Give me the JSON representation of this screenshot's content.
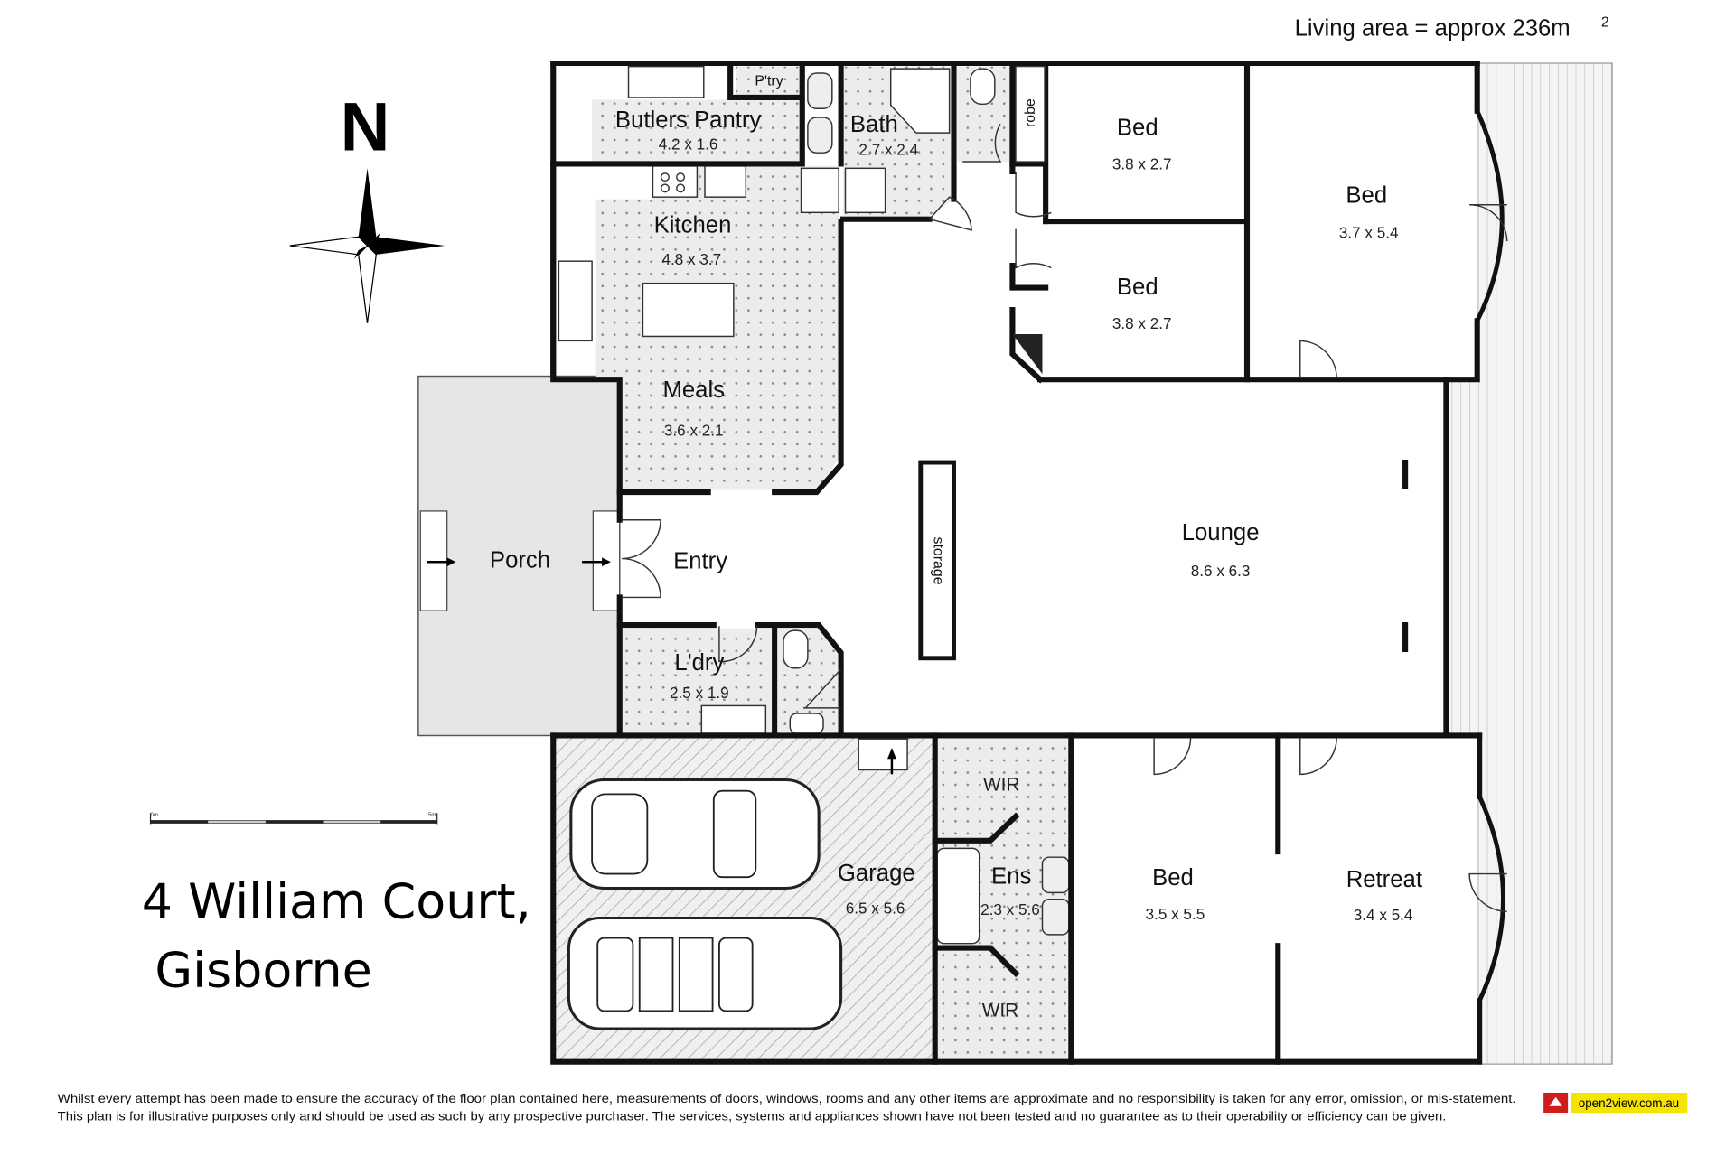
{
  "header": {
    "living_area": "Living area = approx 236m",
    "superscript": "2"
  },
  "compass": {
    "north_label": "N"
  },
  "address": {
    "line1": "4 William Court,",
    "line2": "Gisborne"
  },
  "scale_bar": {
    "start_label": "0m",
    "end_label": "5m"
  },
  "rooms": {
    "pantry": {
      "name": "P'try"
    },
    "butlers_pantry": {
      "name": "Butlers Pantry",
      "size": "4.2 x 1.6"
    },
    "bath": {
      "name": "Bath",
      "size": "2.7 x 2.4"
    },
    "robe": {
      "name": "robe"
    },
    "bed1": {
      "name": "Bed",
      "size": "3.8 x 2.7"
    },
    "bed2": {
      "name": "Bed",
      "size": "3.8 x 2.7"
    },
    "bed_master": {
      "name": "Bed",
      "size": "3.7 x 5.4"
    },
    "kitchen": {
      "name": "Kitchen",
      "size": "4.8 x 3.7"
    },
    "meals": {
      "name": "Meals",
      "size": "3.6 x 2.1"
    },
    "porch": {
      "name": "Porch"
    },
    "entry": {
      "name": "Entry"
    },
    "storage": {
      "name": "storage"
    },
    "lounge": {
      "name": "Lounge",
      "size": "8.6 x 6.3"
    },
    "laundry": {
      "name": "L'dry",
      "size": "2.5 x 1.9"
    },
    "garage": {
      "name": "Garage",
      "size": "6.5 x 5.6"
    },
    "wir1": {
      "name": "WIR"
    },
    "wir2": {
      "name": "WIR"
    },
    "ensuite": {
      "name": "Ens",
      "size": "2.3 x 5.6"
    },
    "bed4": {
      "name": "Bed",
      "size": "3.5 x 5.5"
    },
    "retreat": {
      "name": "Retreat",
      "size": "3.4 x 5.4"
    }
  },
  "footer": {
    "disclaimer_line1": "Whilst every attempt has been made to ensure the accuracy of the floor plan contained here, measurements of doors, windows, rooms and any other items are approximate and no responsibility is taken for any error, omission, or mis-statement.",
    "disclaimer_line2": "This plan is for illustrative purposes only and should be used as such by any prospective purchaser. The services, systems and appliances shown have not been tested and no guarantee as to their operability or efficiency can be given.",
    "logo_text": "open2view.com.au"
  },
  "colors": {
    "floor_dots": "#e9e9e9",
    "porch": "#e6e6e6",
    "logo_bg": "#f5e400",
    "logo_icon": "#d01c1c"
  }
}
